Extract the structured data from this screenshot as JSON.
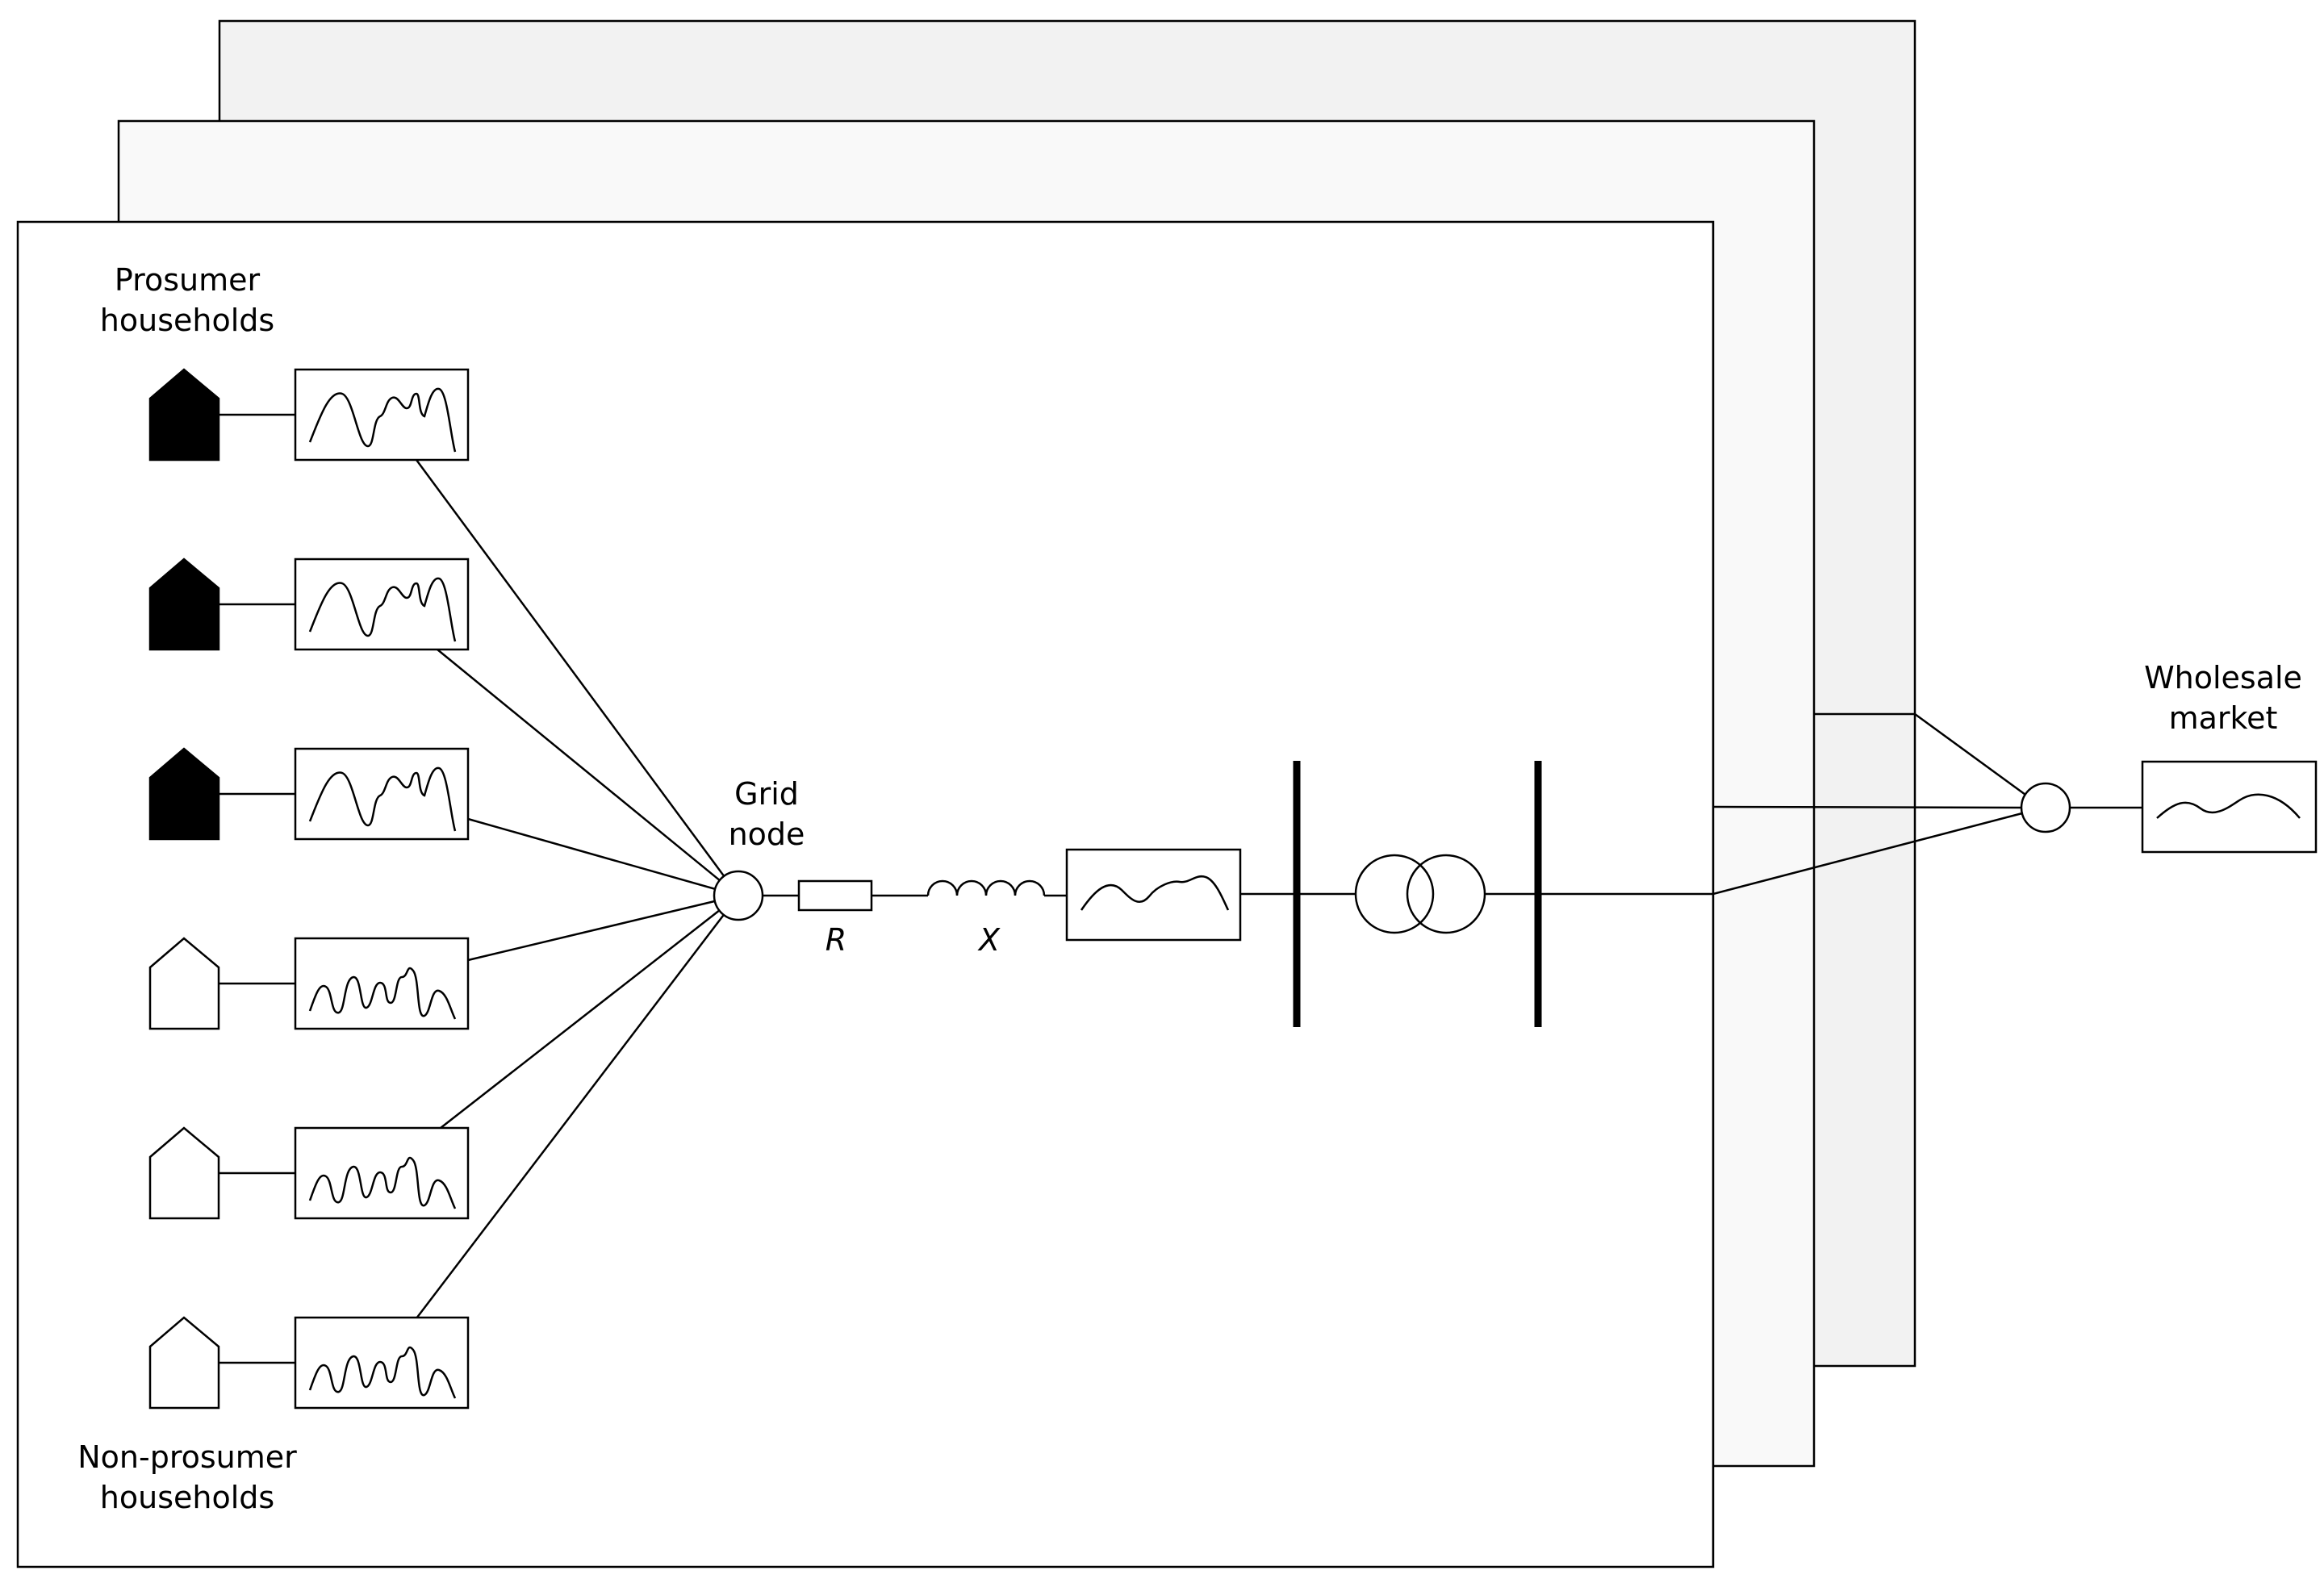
{
  "labels": {
    "prosumer": [
      "Prosumer",
      "households"
    ],
    "non_prosumer": [
      "Non-prosumer",
      "households"
    ],
    "grid_node": [
      "Grid",
      "node"
    ],
    "resistance": "R",
    "reactance": "X",
    "wholesale": [
      "Wholesale",
      "market"
    ]
  },
  "colors": {
    "line": "#000000",
    "back_layer": "#f2f2f2",
    "middle_layer": "#f9f9f9",
    "front_layer": "#ffffff",
    "prosumer_house_fill": "#000000",
    "non_prosumer_house_fill": "#ffffff"
  },
  "icons": {
    "prosumer_house": "house-filled-icon",
    "non_prosumer_house": "house-outline-icon",
    "transformer": "transformer-icon",
    "resistor": "resistor-icon",
    "inductor": "inductor-icon",
    "profile": "load-profile-icon"
  },
  "households": [
    {
      "type": "prosumer"
    },
    {
      "type": "prosumer"
    },
    {
      "type": "prosumer"
    },
    {
      "type": "non-prosumer"
    },
    {
      "type": "non-prosumer"
    },
    {
      "type": "non-prosumer"
    }
  ]
}
